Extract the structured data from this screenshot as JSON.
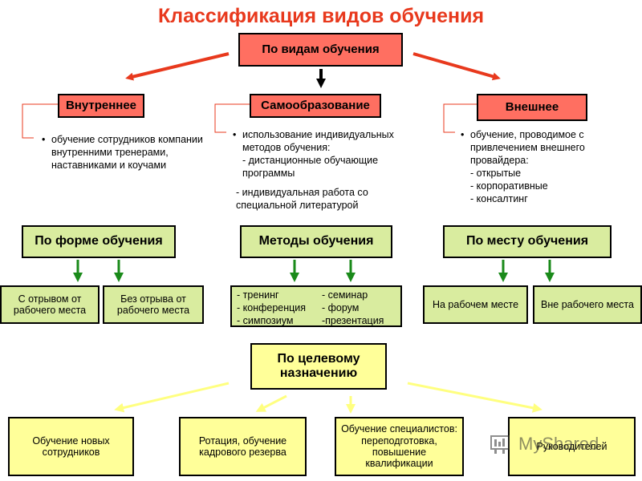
{
  "title": "Классификация видов обучения",
  "root": "По видам обучения",
  "types": [
    {
      "label": "Внутреннее",
      "description": "обучение сотрудников компании внутренними тренерами, наставниками и коучами"
    },
    {
      "label": "Самообразование",
      "description": "использование индивидуальных методов обучения:\n- дистанционные обучающие программы",
      "description2": "- индивидуальная работа со специальной литературой"
    },
    {
      "label": "Внешнее",
      "description": "обучение, проводимое с привлечением внешнего провайдера:\n- открытые\n- корпоративные\n- консалтинг"
    }
  ],
  "form": {
    "label": "По форме обучения",
    "items": [
      "С отрывом от рабочего места",
      "Без отрыва от рабочего места"
    ]
  },
  "methods": {
    "label": "Методы обучения",
    "items": [
      "- тренинг",
      "- семинар",
      "- конференция",
      "- форум",
      "- симпозиум",
      "-презентация"
    ]
  },
  "place": {
    "label": "По месту обучения",
    "items": [
      "На рабочем месте",
      "Вне рабочего места"
    ]
  },
  "purpose": {
    "label": "По целевому назначению",
    "items": [
      "Обучение новых сотрудников",
      "Ротация, обучение кадрового резерва",
      "Обучение специалистов: переподготовка, повышение квалификации",
      "Руководителей"
    ]
  },
  "watermark": "MyShared",
  "colors": {
    "title": "#e8391d",
    "salmon": "#ff6f61",
    "pale_green": "#d9ec9f",
    "yellow": "#ffff99",
    "red_arrow": "#e8391d",
    "green_arrow": "#1a8a1a",
    "yellow_arrow": "#ffff80"
  }
}
